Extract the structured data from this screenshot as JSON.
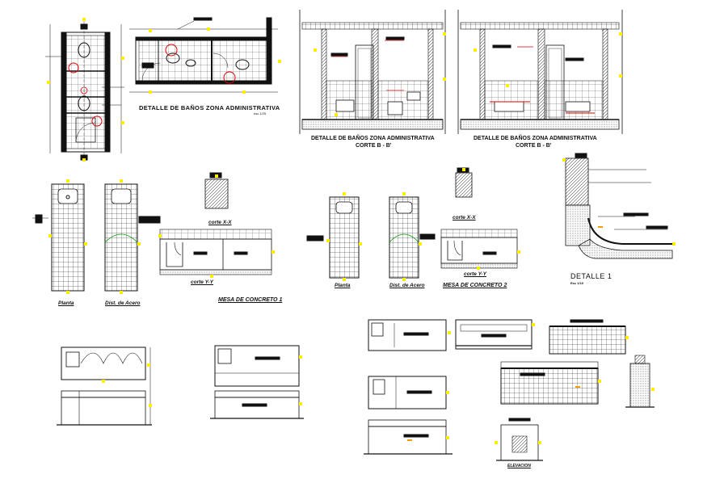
{
  "drawing": {
    "plan_title": "DETALLE DE BAÑOS  ZONA ADMINISTRATIVA",
    "section_title_1": "DETALLE DE BAÑOS ZONA ADMINISTRATIVA",
    "section_sub_1": "CORTE  B - B'",
    "section_title_2": "DETALLE DE BAÑOS ZONA ADMINISTRATIVA",
    "section_sub_2": "CORTE  B - B'",
    "mesa1_planta": "Planta",
    "mesa1_acero": "Dist. de Acero",
    "mesa1_corte_xx": "corte X-X",
    "mesa1_corte_yy": "corte Y-Y",
    "mesa1_title": "MESA DE CONCRETO 1",
    "mesa2_planta": "Planta",
    "mesa2_acero": "Dist. de Acero",
    "mesa2_corte_xx": "corte X-X",
    "mesa2_corte_yy": "corte Y-Y",
    "mesa2_title": "MESA DE CONCRETO 2",
    "detalle_title": "DETALLE 1",
    "detalle_scale": "Esc 1/10",
    "elevacion_title": "ELEVACION"
  },
  "colors": {
    "line": "#111111",
    "accent_red": "#e00000",
    "accent_green": "#009900",
    "node_yellow": "#ffee00"
  }
}
